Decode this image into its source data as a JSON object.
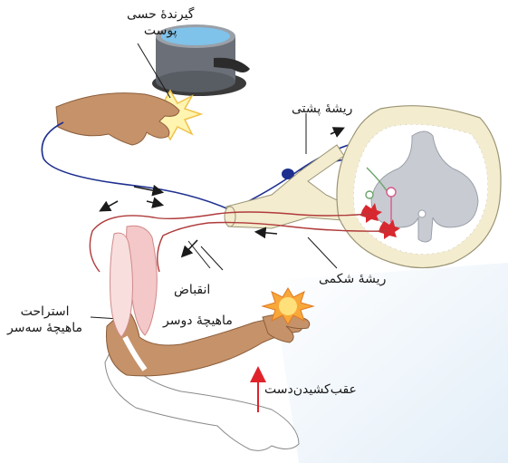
{
  "labels": {
    "skin_receptor_line1": "گیرندهٔ حسی",
    "skin_receptor_line2": "پوست",
    "dorsal_root": "ریشهٔ پشتی",
    "ventral_root": "ریشهٔ شکمی",
    "contraction": "انقباض",
    "biceps": "ماهیچهٔ دوسر",
    "relaxation_line1": "استراحت",
    "relaxation_line2": "ماهیچهٔ سه‌سر",
    "withdraw_hand": "عقب‌کشیدن‌دست"
  },
  "colors": {
    "sensory_neuron": "#1e2f8f",
    "motor_neuron": "#b03a3a",
    "skin": "#c69269",
    "muscle": "#f4c8c8",
    "spinal_gray": "#c9cbd3",
    "arrow_red": "#e0232b"
  }
}
